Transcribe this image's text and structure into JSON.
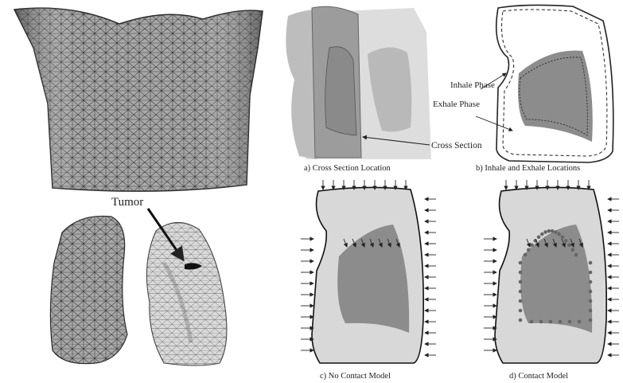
{
  "labels": {
    "tumor": "Tumor",
    "inhale_phase": "Inhale Phase",
    "exhale_phase": "Exhale Phase",
    "cross_section": "Cross Section"
  },
  "captions": {
    "a": "a) Cross Section Location",
    "b": "b) Inhale and Exhale Locations",
    "c": "c) No Contact Model",
    "d": "d) Contact Model"
  },
  "colors": {
    "mesh_fill": "#9a9a9a",
    "mesh_line": "#3a3a3a",
    "lung_light": "#c8c8c8",
    "lung_dark": "#8c8c8c",
    "body_region": "#dcdcdc",
    "tumor": "#111111"
  }
}
